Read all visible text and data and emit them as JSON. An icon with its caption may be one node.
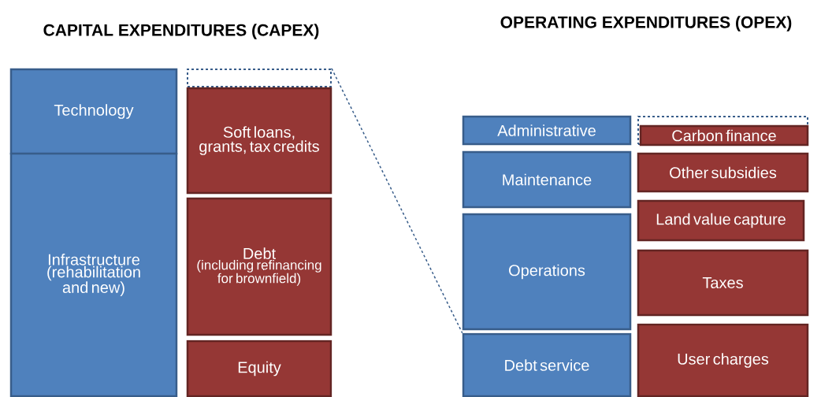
{
  "diagram": {
    "nodes": [
      {
        "text": [
          "Technology"
        ]
      },
      {
        "text": [
          "Infrastructure (rehabilitation and new)"
        ]
      },
      {
        "text": [],
        "shape": "box"
      },
      {
        "text": [
          "Soft loans, grants, tax credits"
        ]
      },
      {
        "text": [
          "Debt",
          "(including refinancing for brownfield)"
        ]
      },
      {
        "text": [
          "Equity"
        ]
      },
      {
        "text": [
          "Administrative"
        ]
      },
      {
        "text": [
          "Maintenance"
        ]
      },
      {
        "text": [
          "Operations"
        ]
      },
      {
        "text": [
          "Debt service"
        ]
      },
      {
        "text": [],
        "shape": "box"
      },
      {
        "text": [
          "Carbon finance"
        ],
        "in": 10
      },
      {
        "text": [
          "Other subsidies"
        ]
      },
      {
        "text": [
          "Land value capture"
        ]
      },
      {
        "text": [
          "Taxes"
        ]
      },
      {
        "text": [
          "User charges"
        ]
      }
    ],
    "edges": [
      {
        "from": 2,
        "to": 9,
        "arrow": "none",
        "style": "dashed"
      }
    ],
    "labels": [
      "CAPITAL EXPENDITURES (CAPEX)",
      "OPERATING EXPENDITURES (OPEX)"
    ]
  }
}
